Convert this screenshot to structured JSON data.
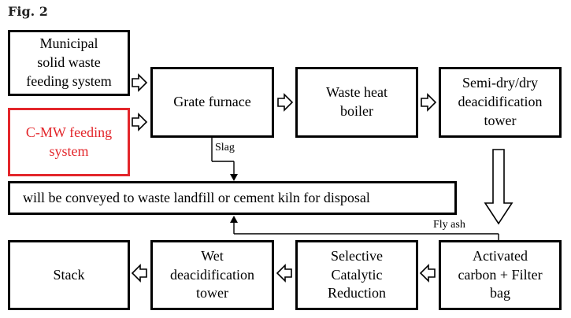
{
  "figure": {
    "label": "Fig. 2"
  },
  "nodes": {
    "msw": "Municipal\nsolid waste\nfeeding system",
    "cmw": "C-MW feeding\nsystem",
    "grate": "Grate furnace",
    "boiler": "Waste heat\nboiler",
    "semidry": "Semi-dry/dry\ndeacidification\ntower",
    "disposal": "will be conveyed to waste landfill or cement kiln for disposal",
    "activated": "Activated\ncarbon + Filter\nbag",
    "scr": "Selective\nCatalytic\nReduction",
    "wet": "Wet\ndeacidification\ntower",
    "stack": "Stack"
  },
  "edge_labels": {
    "slag": "Slag",
    "fly_ash": "Fly ash"
  },
  "colors": {
    "highlight": "#e3262b",
    "stroke": "#000000"
  }
}
